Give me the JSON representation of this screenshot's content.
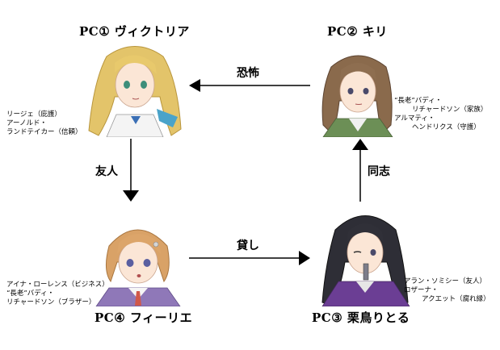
{
  "pc1": {
    "title": "PC① ヴィクトリア",
    "notes": [
      "リージェ（庇護）",
      "アーノルド・",
      "ランドテイカー（信頼）"
    ]
  },
  "pc2": {
    "title": "PC② キリ",
    "notes": [
      "“長老”バディ・",
      "リチャードソン（家族）",
      "アルマティ・",
      "ヘンドリクス（守護）"
    ]
  },
  "pc3": {
    "title": "PC③ 栗鳥りとる",
    "notes": [
      "アラン・ソミシー（友人）",
      "ロザーナ・",
      "アクエット（腐れ縁）"
    ]
  },
  "pc4": {
    "title": "PC④ フィーリエ",
    "notes": [
      "アイナ・ローレンス（ビジネス）",
      "“長老”バディ・",
      "リチャードソン（ブラザー）"
    ]
  },
  "relations": {
    "pc2_to_pc1": "恐怖",
    "pc1_to_pc4": "友人",
    "pc4_to_pc3": "貸し",
    "pc3_to_pc2": "同志"
  }
}
